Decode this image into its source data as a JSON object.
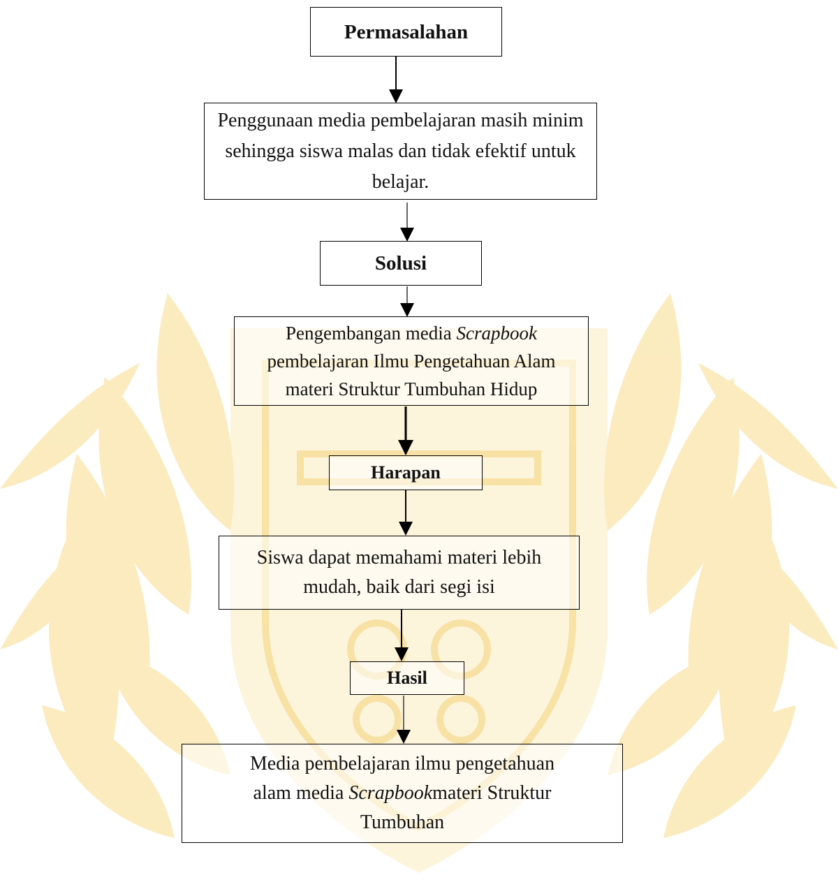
{
  "diagram": {
    "nodes": {
      "permasalahan": {
        "label": "Permasalahan"
      },
      "masalah_detail": {
        "text": "Penggunaan media pembelajaran masih minim sehingga siswa malas dan tidak efektif untuk belajar."
      },
      "solusi": {
        "label": "Solusi"
      },
      "solusi_detail": {
        "text_pre": "Pengembangan media ",
        "text_italic": "Scrapbook",
        "text_post": " pembelajaran Ilmu Pengetahuan Alam materi Struktur Tumbuhan Hidup"
      },
      "harapan": {
        "label": "Harapan"
      },
      "harapan_detail": {
        "text": "Siswa dapat memahami materi lebih mudah, baik dari segi isi"
      },
      "hasil": {
        "label": "Hasil"
      },
      "hasil_detail": {
        "text_pre": "Media pembelajaran ilmu pengetahuan alam media ",
        "text_italic": "Scrapbook",
        "text_post": "materi Struktur Tumbuhan"
      }
    },
    "edges": [
      {
        "from": "permasalahan",
        "to": "masalah_detail"
      },
      {
        "from": "masalah_detail",
        "to": "solusi"
      },
      {
        "from": "solusi",
        "to": "solusi_detail"
      },
      {
        "from": "solusi_detail",
        "to": "harapan"
      },
      {
        "from": "harapan",
        "to": "harapan_detail"
      },
      {
        "from": "harapan_detail",
        "to": "hasil"
      },
      {
        "from": "hasil",
        "to": "hasil_detail"
      }
    ]
  },
  "watermark": {
    "type": "university-emblem",
    "color": "#f6d47a"
  }
}
